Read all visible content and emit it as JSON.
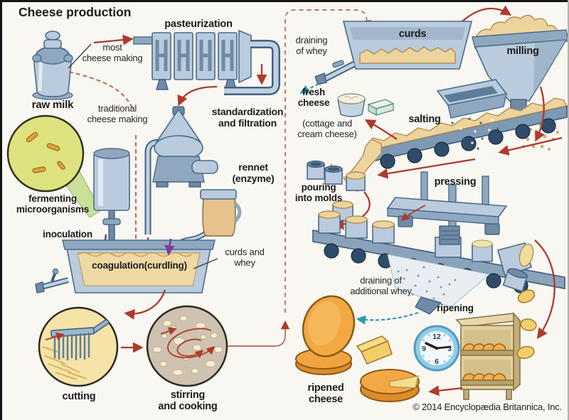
{
  "title": "Cheese production",
  "copyright": "© 2014 Encyclopædia Britannica, Inc.",
  "labels": {
    "raw_milk": "raw milk",
    "most_cheese_making": "most\ncheese making",
    "traditional_cheese_making": "traditional\ncheese making",
    "pasteurization": "pasteurization",
    "standardization": "standardization\nand filtration",
    "fermenting_microorganisms": "fermenting\nmicroorganisms",
    "inoculation": "inoculation",
    "rennet": "rennet\n(enzyme)",
    "coagulation": "coagulation(curdling)",
    "curds_and_whey": "curds and\nwhey",
    "cutting": "cutting",
    "stirring_and_cooking": "stirring\nand cooking",
    "draining_of_whey": "draining\nof whey",
    "curds": "curds",
    "milling": "milling",
    "fresh_cheese": "fresh\ncheese",
    "cottage_and_cream": "(cottage and\ncream cheese)",
    "salting": "salting",
    "pouring_into_molds": "pouring\ninto molds",
    "pressing": "pressing",
    "draining_additional_whey": "draining of\nadditional whey",
    "ripening": "ripening",
    "ripened_cheese": "ripened\ncheese"
  },
  "clock": {
    "numbers": [
      "12",
      "3",
      "6",
      "9"
    ]
  },
  "colors": {
    "steel": "#b9cbdc",
    "steel_dark": "#44617e",
    "curds": "#ecd49c",
    "cheese_orange": "#f2a843",
    "cheese_pale": "#f4d98c",
    "arrow_red": "#b0392a",
    "arrow_purple": "#7d3c98",
    "arrow_teal": "#2e9aab",
    "microbe_green": "#dde27e",
    "clock_rim": "#8ccfe8",
    "wood": "#e2d09e",
    "vat_liquid": "#eed9a4",
    "background": "#f9f7f2"
  }
}
